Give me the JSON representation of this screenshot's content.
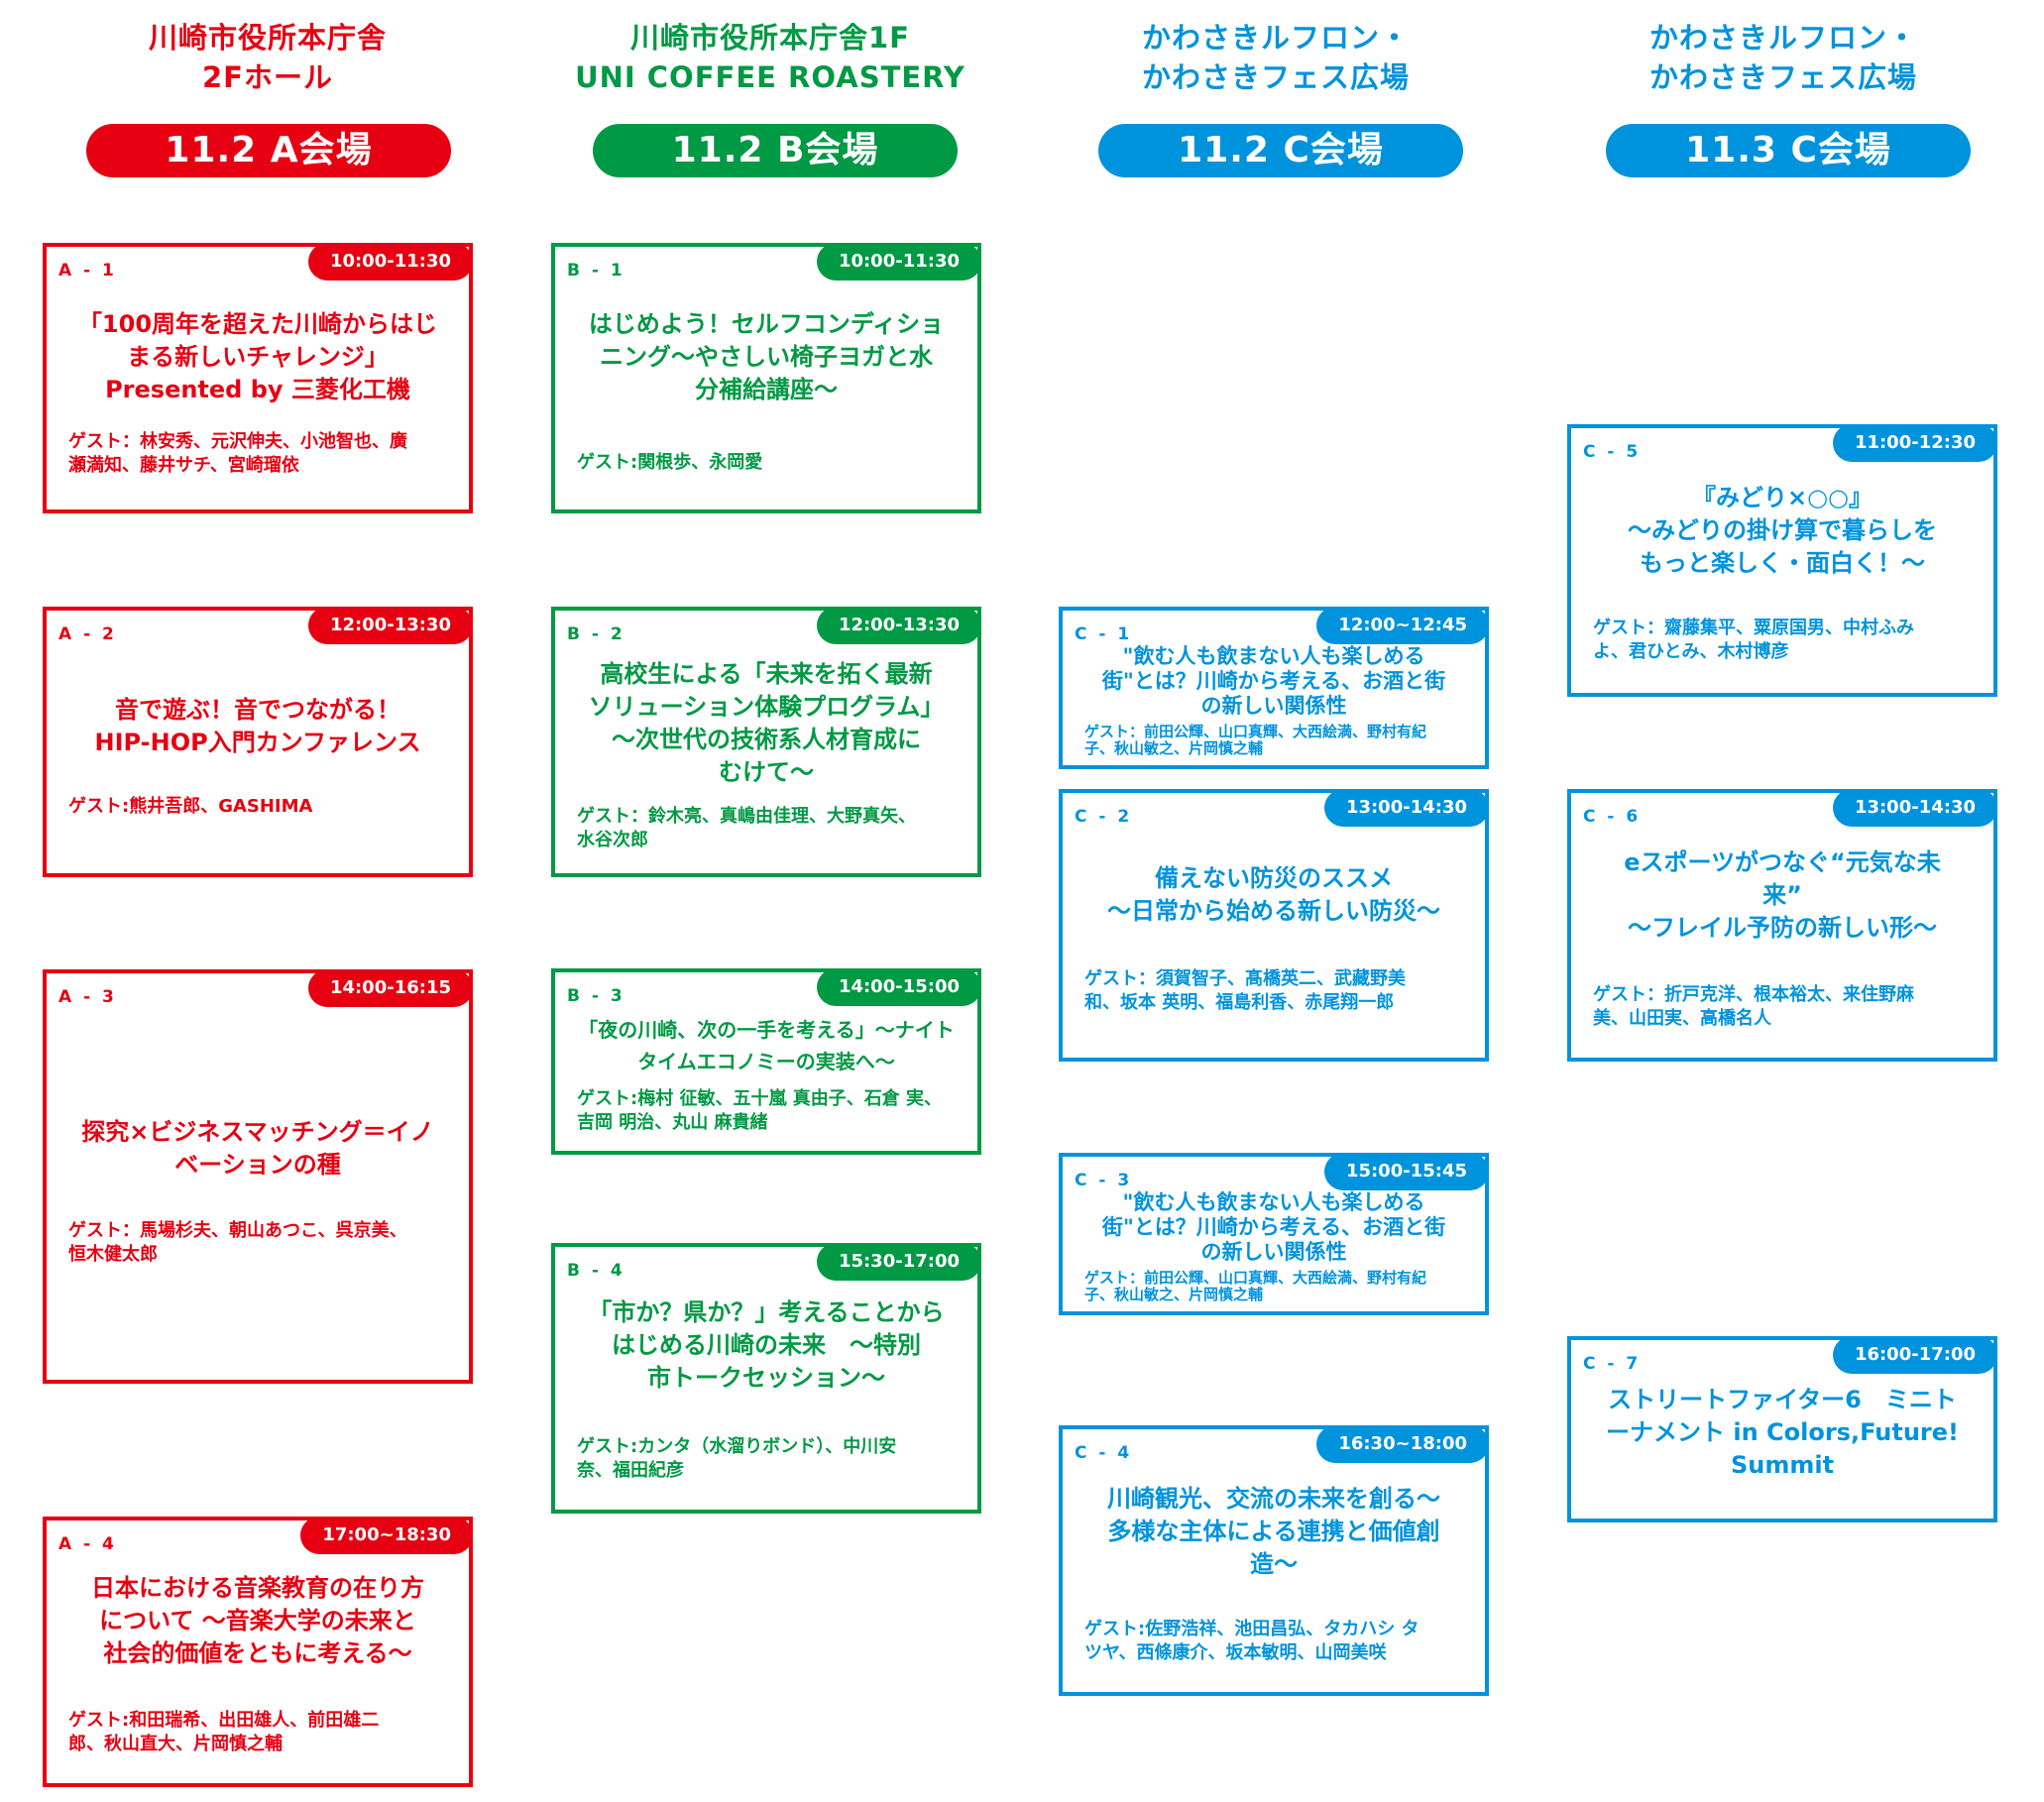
{
  "venues": [
    {
      "heading": "川崎市役所本庁舎\n2Fホール",
      "label": "11.2 A会場"
    },
    {
      "heading": "川崎市役所本庁舎1F\nUNI COFFEE ROASTERY",
      "label": "11.2 B会場"
    },
    {
      "heading": "かわさきルフロン・\nかわさきフェス広場",
      "label": "11.2 C会場"
    },
    {
      "heading": "かわさきルフロン・\nかわさきフェス広場",
      "label": "11.3 C会場"
    }
  ],
  "sessions": {
    "a1": {
      "code": "A - 1",
      "time": "10:00-11:30",
      "title": "「100周年を超えた川崎からはじ\nまる新しいチャレンジ」\nPresented by 三菱化工機",
      "guest": "ゲスト：林安秀、元沢伸夫、小池智也、廣\n瀬満知、藤井サチ、宮崎瑠依"
    },
    "a2": {
      "code": "A - 2",
      "time": "12:00-13:30",
      "title": "音で遊ぶ！音でつながる！\nHIP-HOP入門カンファレンス",
      "guest": "ゲスト:熊井吾郎、GASHIMA"
    },
    "a3": {
      "code": "A - 3",
      "time": "14:00-16:15",
      "title": "探究×ビジネスマッチング＝イノ\nベーションの種",
      "guest": "ゲスト：馬場杉夫、朝山あつこ、呉京美、\n恒木健太郎"
    },
    "a4": {
      "code": "A - 4",
      "time": "17:00~18:30",
      "title": "日本における音楽教育の在り方\nについて ～音楽大学の未来と\n社会的価値をともに考える～",
      "guest": "ゲスト:和田瑞希、出田雄人、前田雄二\n郎、秋山直大、片岡慎之輔"
    },
    "b1": {
      "code": "B - 1",
      "time": "10:00-11:30",
      "title": "はじめよう！セルフコンディショ\nニング～やさしい椅子ヨガと水\n分補給講座～",
      "guest": "ゲスト:関根歩、永岡愛"
    },
    "b2": {
      "code": "B - 2",
      "time": "12:00-13:30",
      "title": "高校生による「未来を拓く最新\nソリューション体験プログラム」\n～次世代の技術系人材育成に\nむけて～",
      "guest": "ゲスト：鈴木亮、真嶋由佳理、大野真矢、\n水谷次郎"
    },
    "b3": {
      "code": "B - 3",
      "time": "14:00-15:00",
      "title": "「夜の川崎、次の一手を考える」～ナイト\nタイムエコノミーの実装へ～",
      "guest": "ゲスト:梅村 征敏、五十嵐 真由子、石倉 実、\n吉岡 明治、丸山 麻貴緒"
    },
    "b4": {
      "code": "B - 4",
      "time": "15:30-17:00",
      "title": "「市か？県か？」考えることから\nはじめる川崎の未来　～特別\n市トークセッション～",
      "guest": "ゲスト:カンタ（水溜りボンド）、中川安\n奈、福田紀彦"
    },
    "c1": {
      "code": "C - 1",
      "time": "12:00~12:45",
      "title": "\"飲む人も飲まない人も楽しめる\n街\"とは？川崎から考える、お酒と街\nの新しい関係性",
      "guest": "ゲスト：前田公輝、山口真輝、大西絵満、野村有紀\n子、秋山敏之、片岡慎之輔"
    },
    "c2": {
      "code": "C - 2",
      "time": "13:00-14:30",
      "title": "備えない防災のススメ\n～日常から始める新しい防災～",
      "guest": "ゲスト：須賀智子、髙橋英二、武藏野美\n和、坂本 英明、福島利香、赤尾翔一郎"
    },
    "c3": {
      "code": "C - 3",
      "time": "15:00-15:45",
      "title": "\"飲む人も飲まない人も楽しめる\n街\"とは？川崎から考える、お酒と街\nの新しい関係性",
      "guest": "ゲスト：前田公輝、山口真輝、大西絵満、野村有紀\n子、秋山敏之、片岡慎之輔"
    },
    "c4": {
      "code": "C - 4",
      "time": "16:30~18:00",
      "title": "川崎観光、交流の未来を創る～\n多様な主体による連携と価値創\n造～",
      "guest": "ゲスト:佐野浩祥、池田昌弘、タカハシ タ\nツヤ、西條康介、坂本敏明、山岡美咲"
    },
    "c5": {
      "code": "C - 5",
      "time": "11:00-12:30",
      "title": "『みどり×○○』\n～みどりの掛け算で暮らしを\nもっと楽しく・面白く！～",
      "guest": "ゲスト：齋藤集平、粟原国男、中村ふみ\nよ、君ひとみ、木村博彦"
    },
    "c6": {
      "code": "C - 6",
      "time": "13:00-14:30",
      "title": "eスポーツがつなぐ“元気な未\n来”\n～フレイル予防の新しい形～",
      "guest": "ゲスト：折戸克洋、根本裕太、来住野麻\n美、山田実、高橋名人"
    },
    "c7": {
      "code": "C - 7",
      "time": "16:00-17:00",
      "title": "ストリートファイター6　ミニト\nーナメント in Colors,Future!\nSummit",
      "guest": ""
    }
  }
}
